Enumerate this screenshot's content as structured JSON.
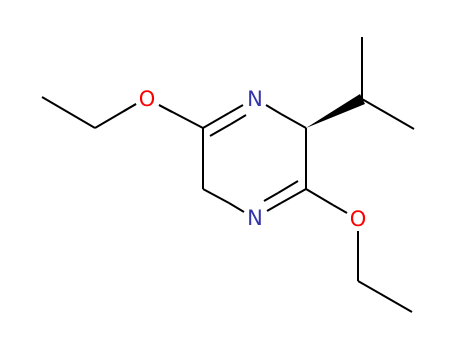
{
  "molecule": {
    "atoms": {
      "o_left": {
        "symbol": "O"
      },
      "n_top": {
        "symbol": "N"
      },
      "n_bottom": {
        "symbol": "N"
      },
      "o_bottom": {
        "symbol": "O"
      }
    }
  },
  "colors": {
    "bond": "#000000",
    "oxygen": "#ff0000",
    "nitrogen": "#3333aa",
    "background": "#ffffff"
  }
}
